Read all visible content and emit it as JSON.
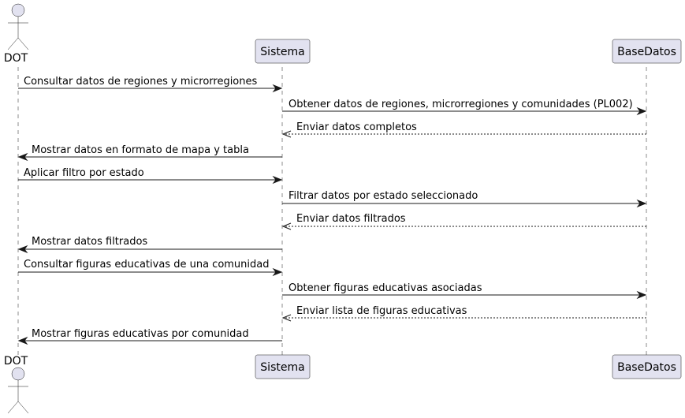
{
  "participants": [
    {
      "id": "dot",
      "label": "DOT",
      "kind": "actor"
    },
    {
      "id": "sistema",
      "label": "Sistema",
      "kind": "participant"
    },
    {
      "id": "basedatos",
      "label": "BaseDatos",
      "kind": "participant"
    }
  ],
  "messages": [
    {
      "from": "dot",
      "to": "sistema",
      "text": "Consultar datos de regiones y microrregiones",
      "style": "solid"
    },
    {
      "from": "sistema",
      "to": "basedatos",
      "text": "Obtener datos de regiones, microrregiones y comunidades (PL002)",
      "style": "solid"
    },
    {
      "from": "basedatos",
      "to": "sistema",
      "text": "Enviar datos completos",
      "style": "dashed"
    },
    {
      "from": "sistema",
      "to": "dot",
      "text": "Mostrar datos en formato de mapa y tabla",
      "style": "solid"
    },
    {
      "from": "dot",
      "to": "sistema",
      "text": "Aplicar filtro por estado",
      "style": "solid"
    },
    {
      "from": "sistema",
      "to": "basedatos",
      "text": "Filtrar datos por estado seleccionado",
      "style": "solid"
    },
    {
      "from": "basedatos",
      "to": "sistema",
      "text": "Enviar datos filtrados",
      "style": "dashed"
    },
    {
      "from": "sistema",
      "to": "dot",
      "text": "Mostrar datos filtrados",
      "style": "solid"
    },
    {
      "from": "dot",
      "to": "sistema",
      "text": "Consultar figuras educativas de una comunidad",
      "style": "solid"
    },
    {
      "from": "sistema",
      "to": "basedatos",
      "text": "Obtener figuras educativas asociadas",
      "style": "solid"
    },
    {
      "from": "basedatos",
      "to": "sistema",
      "text": "Enviar lista de figuras educativas",
      "style": "dashed"
    },
    {
      "from": "sistema",
      "to": "dot",
      "text": "Mostrar figuras educativas por comunidad",
      "style": "solid"
    }
  ]
}
